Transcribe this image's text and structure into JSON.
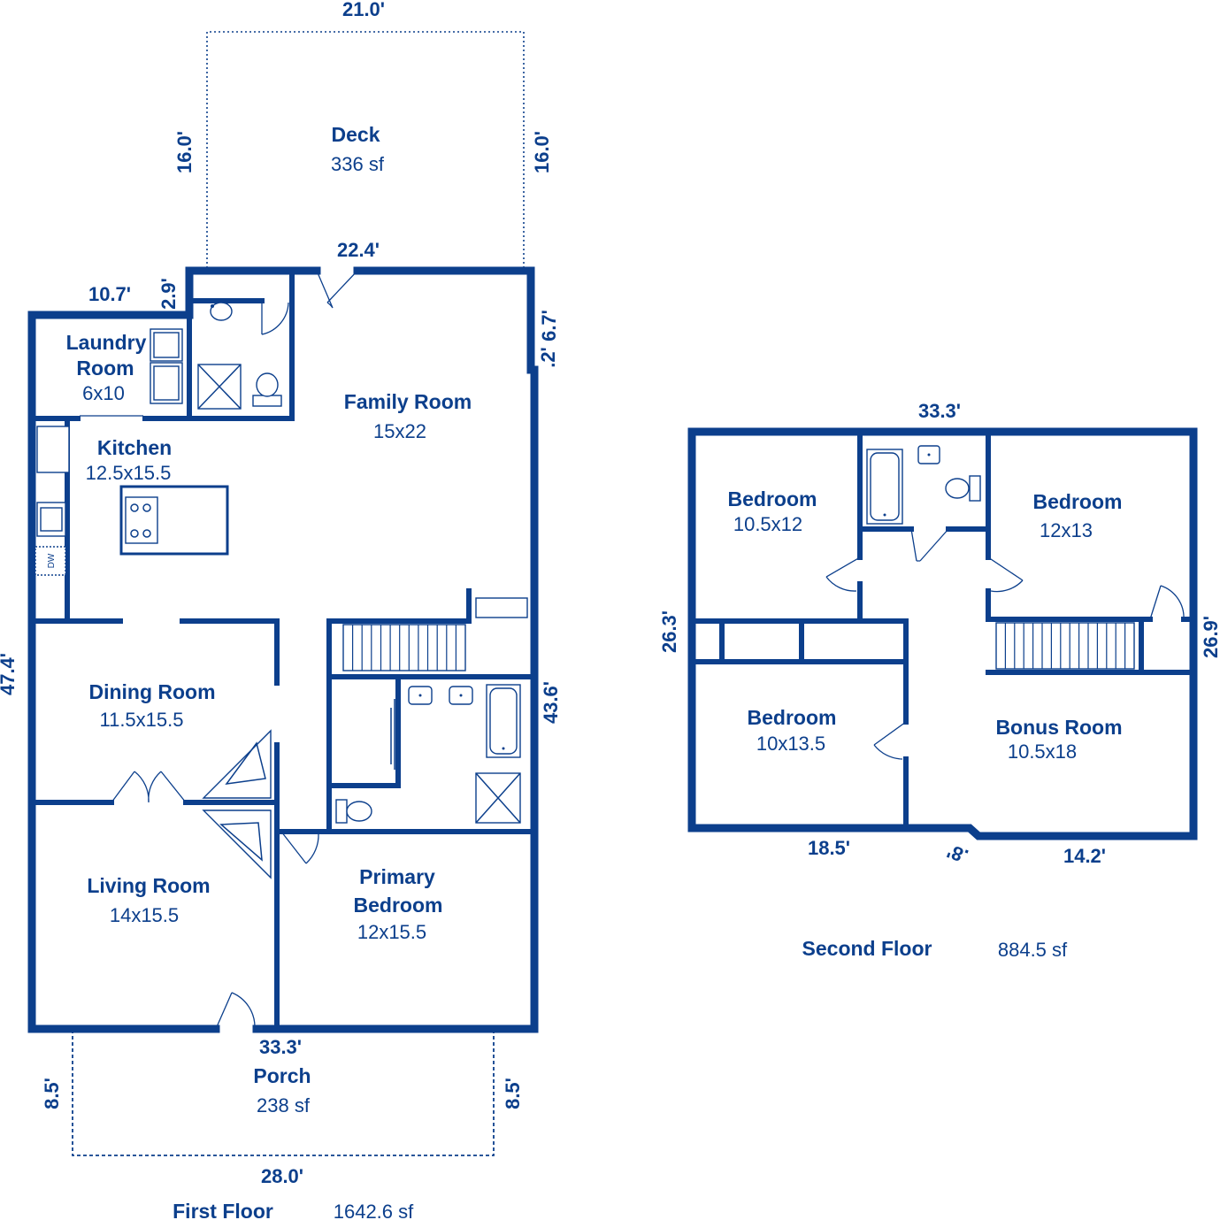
{
  "first_floor": {
    "title": "First Floor",
    "area": "1642.6 sf",
    "rooms": {
      "deck": {
        "name": "Deck",
        "size": "336 sf"
      },
      "laundry": {
        "name_line1": "Laundry",
        "name_line2": "Room",
        "size": "6x10"
      },
      "family_room": {
        "name": "Family Room",
        "size": "15x22"
      },
      "kitchen": {
        "name": "Kitchen",
        "size": "12.5x15.5",
        "dishwasher": "DW"
      },
      "dining_room": {
        "name": "Dining Room",
        "size": "11.5x15.5"
      },
      "living_room": {
        "name": "Living Room",
        "size": "14x15.5"
      },
      "primary_bedroom": {
        "name_line1": "Primary",
        "name_line2": "Bedroom",
        "size": "12x15.5"
      },
      "porch": {
        "name": "Porch",
        "size": "238 sf"
      }
    },
    "measurements": {
      "deck_width": "21.0'",
      "deck_left": "16.0'",
      "deck_right": "16.0'",
      "top_wall": "22.4'",
      "laundry_top": "10.7'",
      "laundry_step": "2.9'",
      "right_upper": "6.7'",
      "right_jog": ".2'",
      "left_side": "47.4'",
      "right_side": "43.6'",
      "front": "33.3'",
      "porch_left": "8.5'",
      "porch_right": "8.5'",
      "porch_width": "28.0'"
    }
  },
  "second_floor": {
    "title": "Second Floor",
    "area": "884.5 sf",
    "rooms": {
      "bedroom_nw": {
        "name": "Bedroom",
        "size": "10.5x12"
      },
      "bedroom_ne": {
        "name": "Bedroom",
        "size": "12x13"
      },
      "bedroom_sw": {
        "name": "Bedroom",
        "size": "10x13.5"
      },
      "bonus_room": {
        "name": "Bonus Room",
        "size": "10.5x18"
      }
    },
    "measurements": {
      "top": "33.3'",
      "left": "26.3'",
      "right": "26.9'",
      "bottom_left": "18.5'",
      "bottom_jog": ".8'",
      "bottom_right": "14.2'"
    }
  }
}
